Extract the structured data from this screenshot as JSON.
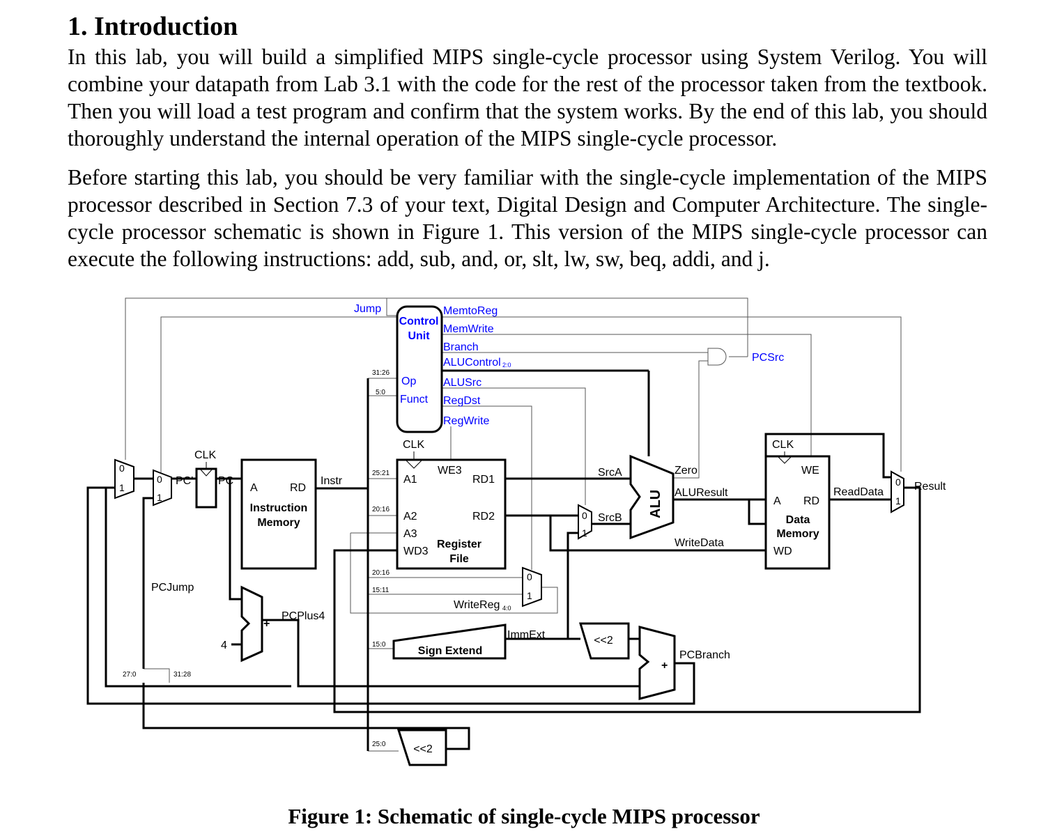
{
  "section": {
    "heading": "1. Introduction",
    "paragraphs": [
      "In this lab, you will build a simplified MIPS single-cycle processor using System Verilog. You will combine your datapath from Lab 3.1 with the code for the rest of the processor taken from the textbook. Then you will load a test program and confirm that the system works. By the end of this lab, you should thoroughly understand the internal operation of the MIPS single-cycle processor.",
      "Before starting this lab, you should be very familiar with the single-cycle implementation of the MIPS processor described in Section 7.3 of your text, Digital Design and Computer Architecture. The single-cycle processor schematic is shown in Figure 1. This version of the MIPS single-cycle processor can execute the following instructions: add, sub, and, or, slt, lw, sw, beq, addi, and j."
    ]
  },
  "figure": {
    "caption": "Figure 1: Schematic of single-cycle MIPS processor",
    "colors": {
      "control": "#0000ff",
      "wire": "#000000",
      "thin_wire": "#555555"
    },
    "labels": {
      "jump": "Jump",
      "control_unit_line1": "Control",
      "control_unit_line2": "Unit",
      "memtoreg": "MemtoReg",
      "memwrite": "MemWrite",
      "branch": "Branch",
      "alucontrol": "ALUControl",
      "alucontrol_sub": "2:0",
      "alusrc": "ALUSrc",
      "regdst": "RegDst",
      "regwrite": "RegWrite",
      "op": "Op",
      "funct": "Funct",
      "pcsrc": "PCSrc",
      "clk": "CLK",
      "pc_prime": "PC'",
      "pc": "PC",
      "imem_a": "A",
      "imem_rd": "RD",
      "imem_name1": "Instruction",
      "imem_name2": "Memory",
      "instr": "Instr",
      "we3": "WE3",
      "a1": "A1",
      "a2": "A2",
      "a3": "A3",
      "wd3": "WD3",
      "rd1": "RD1",
      "rd2": "RD2",
      "rf_name1": "Register",
      "rf_name2": "File",
      "srca": "SrcA",
      "srcb": "SrcB",
      "alu": "ALU",
      "zero": "Zero",
      "aluresult": "ALUResult",
      "writedata": "WriteData",
      "we": "WE",
      "dmem_a": "A",
      "dmem_rd": "RD",
      "dmem_name1": "Data",
      "dmem_name2": "Memory",
      "dmem_wd": "WD",
      "readdata": "ReadData",
      "result": "Result",
      "writereg": "WriteReg",
      "writereg_sub": "4:0",
      "immext": "ImmExt",
      "sign_extend": "Sign Extend",
      "shift_left_2": "<<2",
      "pcbranch": "PCBranch",
      "pcplus4": "PCPlus4",
      "pcjump": "PCJump",
      "four": "4",
      "plus": "+",
      "mux_0": "0",
      "mux_1": "1",
      "bits_31_26": "31:26",
      "bits_5_0": "5:0",
      "bits_25_21": "25:21",
      "bits_20_16": "20:16",
      "bits_15_11": "15:11",
      "bits_15_0": "15:0",
      "bits_25_0": "25:0",
      "bits_27_0": "27:0",
      "bits_31_28": "31:28"
    }
  }
}
